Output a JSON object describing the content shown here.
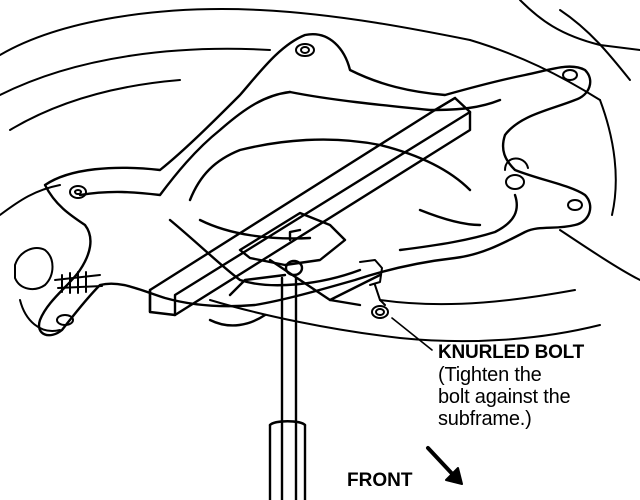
{
  "callout": {
    "title": "KNURLED BOLT",
    "note": "(Tighten the\nbolt against the\nsubframe.)"
  },
  "orientation": {
    "label": "FRONT"
  },
  "colors": {
    "line": "#000000",
    "background": "#ffffff"
  }
}
